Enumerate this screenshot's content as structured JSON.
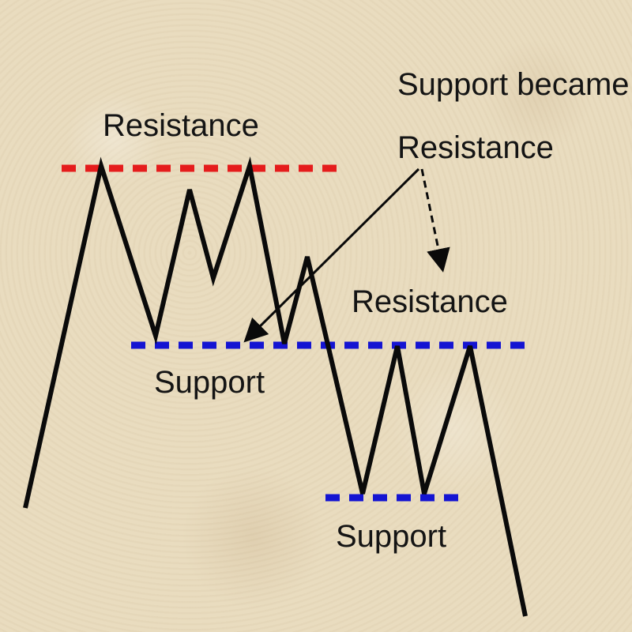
{
  "labels": {
    "resistance_top": "Resistance",
    "support_became_line1": "Support became",
    "support_became_line2": "Resistance",
    "resistance_mid": "Resistance",
    "support_mid": "Support",
    "support_bottom": "Support"
  },
  "colors": {
    "background": "#e9dcbf",
    "price_line": "#0a0a0a",
    "resistance_level": "#e51c1c",
    "support_level": "#1414d2",
    "text": "#141414"
  }
}
